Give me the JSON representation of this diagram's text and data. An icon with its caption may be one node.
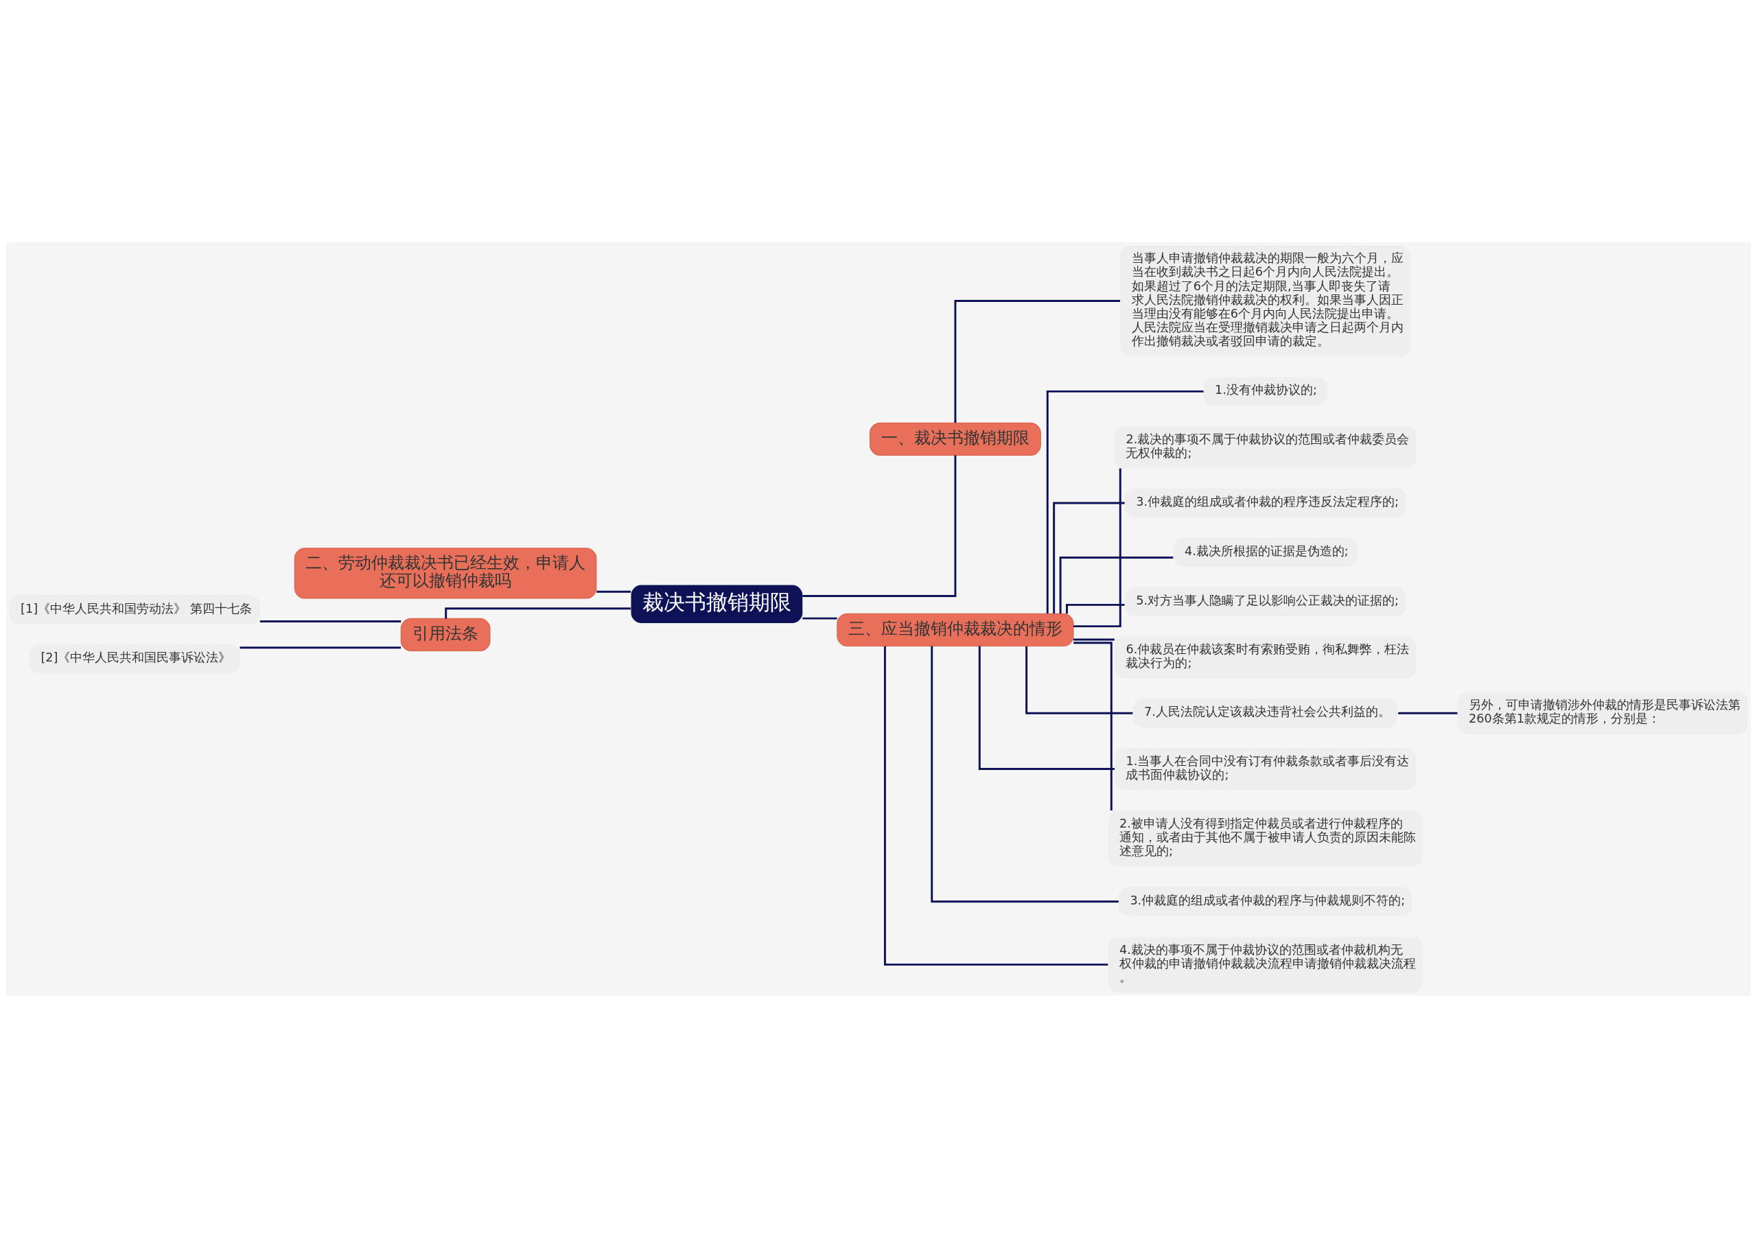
{
  "diagram": {
    "nodes": [
      {
        "text": [
          "裁决书撤销期限"
        ]
      },
      {
        "text": [
          "一、裁决书撤销期限"
        ]
      },
      {
        "text": [
          "当事人申请撤销仲裁裁决的期限一般为六个月，应当在收到裁决书之日起6个月内向人民法院提出。如果超过了6个月的法定期限,当事人即丧失了请求人民法院撤销仲裁裁决的权利。如果当事人因正当理由没有能够在6个月内向人民法院提出申请。人民法院应当在受理撤销裁决申请之日起两个月内作出撤销裁决或者驳回申请的裁定。"
        ]
      },
      {
        "text": [
          "三、应当撤销仲裁裁决的情形"
        ]
      },
      {
        "text": [
          "1.没有仲裁协议的;"
        ]
      },
      {
        "text": [
          "2.裁决的事项不属于仲裁协议的范围或者仲裁委员会无权仲裁的;"
        ]
      },
      {
        "text": [
          "3.仲裁庭的组成或者仲裁的程序违反法定程序的;"
        ]
      },
      {
        "text": [
          "4.裁决所根据的证据是伪造的;"
        ]
      },
      {
        "text": [
          "5.对方当事人隐瞒了足以影响公正裁决的证据的;"
        ]
      },
      {
        "text": [
          "6.仲裁员在仲裁该案时有索贿受贿，徇私舞弊，枉法裁决行为的;"
        ]
      },
      {
        "text": [
          "7.人民法院认定该裁决违背社会公共利益的。"
        ]
      },
      {
        "text": [
          "另外，可申请撤销涉外仲裁的情形是民事诉讼法第260条第1款规定的情形，分别是："
        ]
      },
      {
        "text": [
          "1.当事人在合同中没有订有仲裁条款或者事后没有达成书面仲裁协议的;"
        ]
      },
      {
        "text": [
          "2.被申请人没有得到指定仲裁员或者进行仲裁程序的通知，或者由于其他不属于被申请人负责的原因未能陈述意见的;"
        ]
      },
      {
        "text": [
          "3.仲裁庭的组成或者仲裁的程序与仲裁规则不符的;"
        ]
      },
      {
        "text": [
          "4.裁决的事项不属于仲裁协议的范围或者仲裁机构无权仲裁的申请撤销仲裁裁决流程申请撤销仲裁裁决流程。"
        ]
      },
      {
        "text": [
          "二、劳动仲裁裁决书已经生效，申请人还可以撤销仲裁吗"
        ]
      },
      {
        "text": [
          "引用法条"
        ]
      },
      {
        "text": [
          "[1]《中华人民共和国劳动法》 第四十七条"
        ]
      },
      {
        "text": [
          "[2]《中华人民共和国民事诉讼法》"
        ]
      }
    ],
    "edges": [
      {
        "from": 0,
        "to": 1,
        "arrow": "none"
      },
      {
        "from": 1,
        "to": 2,
        "arrow": "none"
      },
      {
        "from": 0,
        "to": 3,
        "arrow": "none"
      },
      {
        "from": 3,
        "to": 4,
        "arrow": "none"
      },
      {
        "from": 3,
        "to": 5,
        "arrow": "none"
      },
      {
        "from": 3,
        "to": 6,
        "arrow": "none"
      },
      {
        "from": 3,
        "to": 7,
        "arrow": "none"
      },
      {
        "from": 3,
        "to": 8,
        "arrow": "none"
      },
      {
        "from": 3,
        "to": 9,
        "arrow": "none"
      },
      {
        "from": 3,
        "to": 10,
        "arrow": "none"
      },
      {
        "from": 10,
        "to": 11,
        "arrow": "none"
      },
      {
        "from": 3,
        "to": 12,
        "arrow": "none"
      },
      {
        "from": 3,
        "to": 13,
        "arrow": "none"
      },
      {
        "from": 3,
        "to": 14,
        "arrow": "none"
      },
      {
        "from": 3,
        "to": 15,
        "arrow": "none"
      },
      {
        "from": 0,
        "to": 16,
        "arrow": "none"
      },
      {
        "from": 0,
        "to": 17,
        "arrow": "none"
      },
      {
        "from": 17,
        "to": 18,
        "arrow": "none"
      },
      {
        "from": 17,
        "to": 19,
        "arrow": "none"
      }
    ]
  }
}
